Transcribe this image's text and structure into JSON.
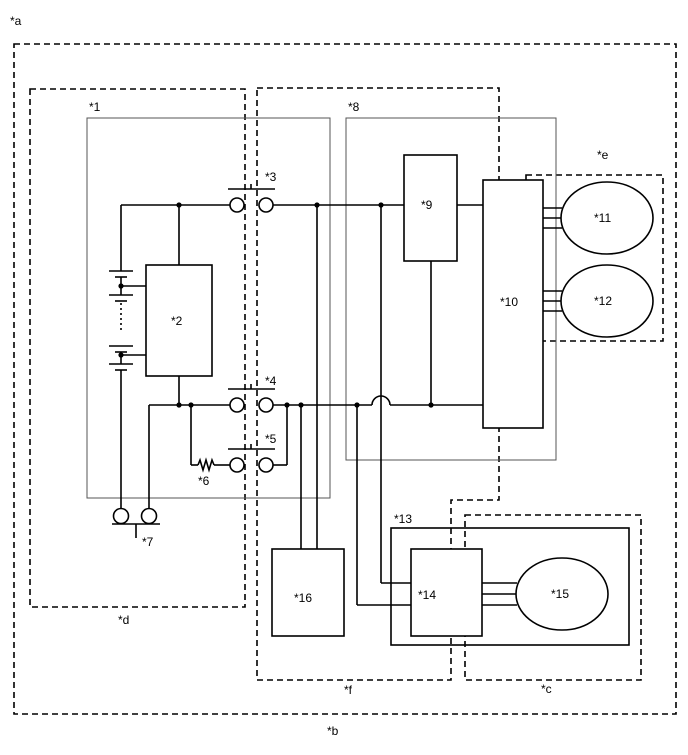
{
  "labels": {
    "a": "*a",
    "b": "*b",
    "c": "*c",
    "d": "*d",
    "e": "*e",
    "f": "*f",
    "n1": "*1",
    "n2": "*2",
    "n3": "*3",
    "n4": "*4",
    "n5": "*5",
    "n6": "*6",
    "n7": "*7",
    "n8": "*8",
    "n9": "*9",
    "n10": "*10",
    "n11": "*11",
    "n12": "*12",
    "n13": "*13",
    "n14": "*14",
    "n15": "*15",
    "n16": "*16"
  }
}
